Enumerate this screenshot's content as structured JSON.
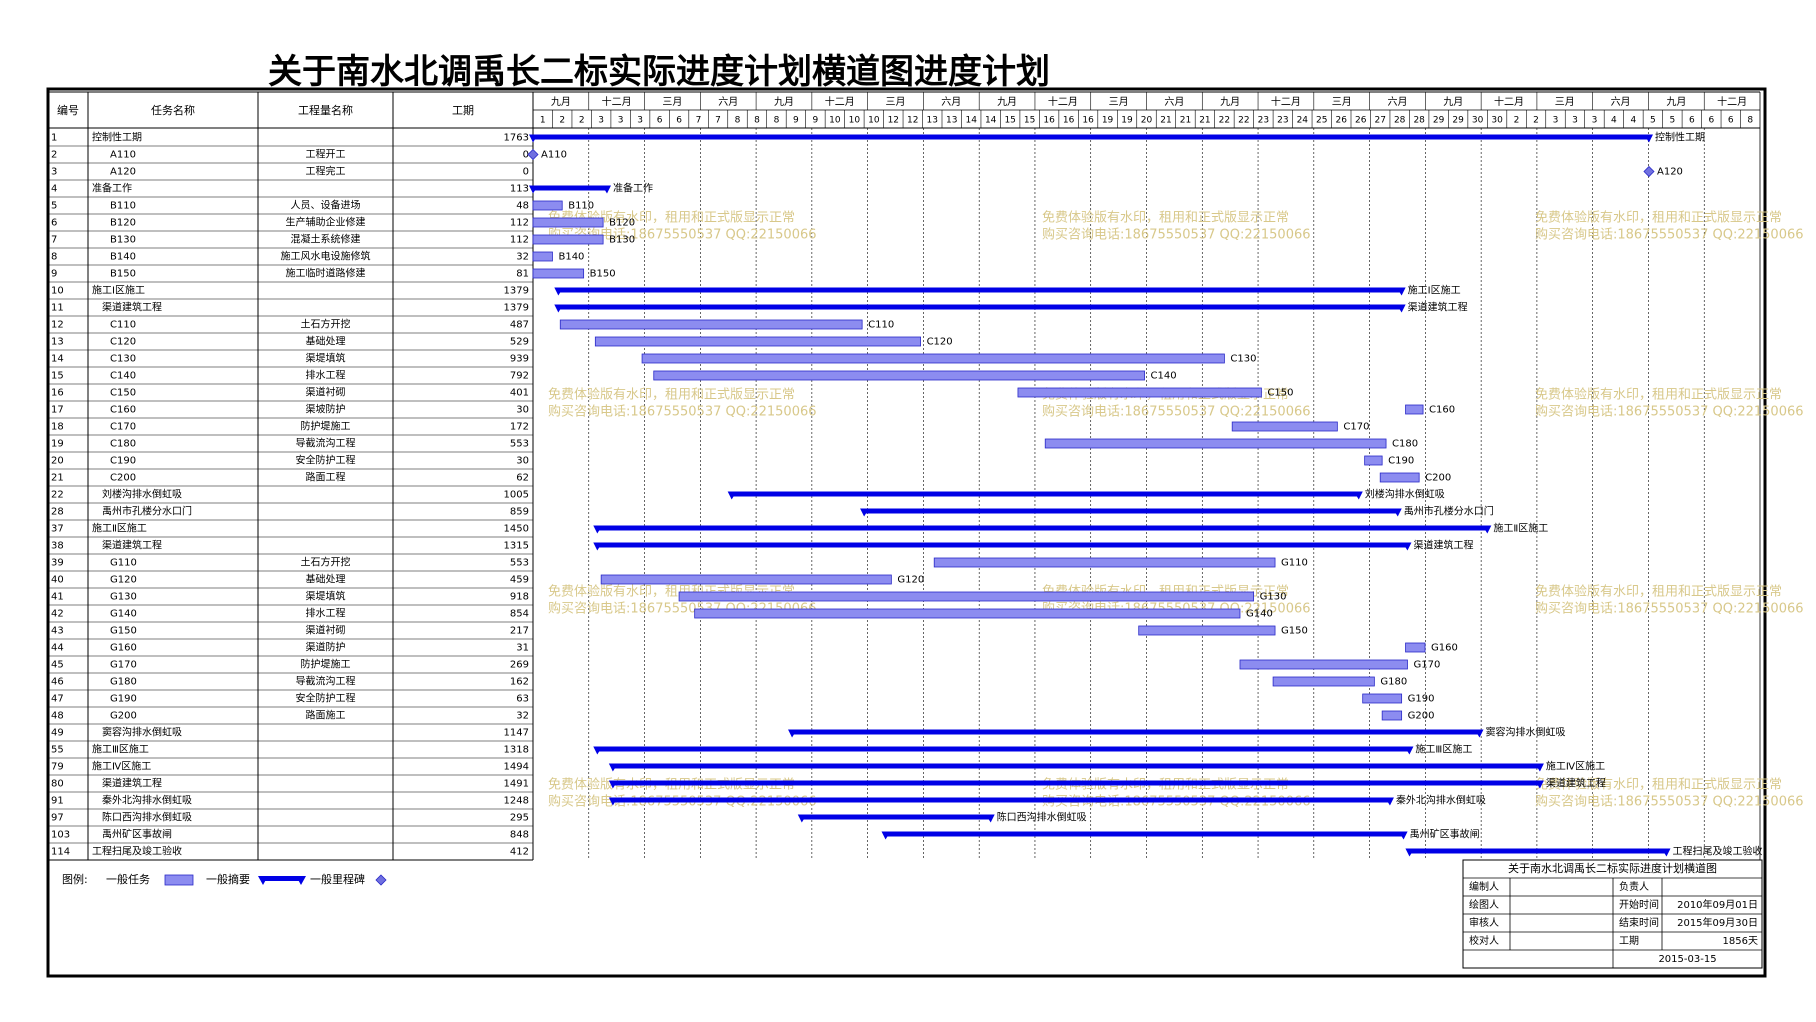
{
  "title": "关于南水北调禹长二标实际进度计划横道图进度计划",
  "colors": {
    "summary": "#0000e6",
    "task_fill": "#8c8cf0",
    "task_stroke": "#2a2ac8",
    "milestone": "#7070e0",
    "watermark": "#d8c88a",
    "grid": "#000000"
  },
  "headers": {
    "id": "编号",
    "name": "任务名称",
    "qty": "工程量名称",
    "dur": "工期"
  },
  "timeline": {
    "months": [
      "九月",
      "十二月",
      "三月",
      "六月",
      "九月",
      "十二月",
      "三月",
      "六月",
      "九月",
      "十二月",
      "三月",
      "六月",
      "九月",
      "十二月",
      "三月",
      "六月",
      "九月",
      "十二月",
      "三月",
      "六月",
      "九月",
      "十二月"
    ],
    "ticks": [
      "1",
      "2",
      "2",
      "3",
      "3",
      "3",
      "6",
      "6",
      "7",
      "7",
      "8",
      "8",
      "8",
      "9",
      "9",
      "10",
      "10",
      "10",
      "12",
      "12",
      "13",
      "13",
      "14",
      "14",
      "15",
      "15",
      "16",
      "16",
      "16",
      "19",
      "19",
      "20",
      "21",
      "21",
      "21",
      "22",
      "22",
      "23",
      "23",
      "24",
      "25",
      "26",
      "26",
      "27",
      "28",
      "28",
      "29",
      "29",
      "30",
      "30",
      "2",
      "2",
      "3",
      "3",
      "3",
      "4",
      "4",
      "5",
      "5",
      "6",
      "6",
      "6",
      "8"
    ]
  },
  "chart_data": {
    "type": "gantt",
    "title": "关于南水北调禹长二标实际进度计划横道图进度计划",
    "time_range": [
      "2010年09月01日",
      "2015年09月30日"
    ],
    "tasks": [
      {
        "id": "1",
        "name": "控制性工期",
        "qty": "",
        "dur": "1763",
        "kind": "summary",
        "start_col": 0.0,
        "end_col": 57.3,
        "label": "控制性工期"
      },
      {
        "id": "2",
        "name": "A110",
        "qty": "工程开工",
        "dur": "0",
        "kind": "milestone",
        "start_col": 0.0,
        "label": "A110"
      },
      {
        "id": "3",
        "name": "A120",
        "qty": "工程完工",
        "dur": "0",
        "kind": "milestone",
        "start_col": 57.3,
        "label": "A120"
      },
      {
        "id": "4",
        "name": "准备工作",
        "qty": "",
        "dur": "113",
        "kind": "summary",
        "start_col": 0.0,
        "end_col": 3.8,
        "label": "准备工作"
      },
      {
        "id": "5",
        "name": "B110",
        "qty": "人员、设备进场",
        "dur": "48",
        "kind": "task",
        "start_col": 0.0,
        "end_col": 1.5,
        "label": "B110"
      },
      {
        "id": "6",
        "name": "B120",
        "qty": "生产辅助企业修建",
        "dur": "112",
        "kind": "task",
        "start_col": 0.0,
        "end_col": 3.6,
        "label": "B120"
      },
      {
        "id": "7",
        "name": "B130",
        "qty": "混凝土系统修建",
        "dur": "112",
        "kind": "task",
        "start_col": 0.0,
        "end_col": 3.6,
        "label": "B130"
      },
      {
        "id": "8",
        "name": "B140",
        "qty": "施工风水电设施修筑",
        "dur": "32",
        "kind": "task",
        "start_col": 0.0,
        "end_col": 1.0,
        "label": "B140"
      },
      {
        "id": "9",
        "name": "B150",
        "qty": "施工临时道路修建",
        "dur": "81",
        "kind": "task",
        "start_col": 0.0,
        "end_col": 2.6,
        "label": "B150"
      },
      {
        "id": "10",
        "name": "施工Ⅰ区施工",
        "qty": "",
        "dur": "1379",
        "kind": "summary",
        "start_col": 1.3,
        "end_col": 44.6,
        "label": "施工Ⅰ区施工"
      },
      {
        "id": "11",
        "name": "渠道建筑工程",
        "qty": "",
        "dur": "1379",
        "kind": "summary",
        "start_col": 1.3,
        "end_col": 44.6,
        "label": "渠道建筑工程"
      },
      {
        "id": "12",
        "name": "C110",
        "qty": "土石方开挖",
        "dur": "487",
        "kind": "task",
        "start_col": 1.4,
        "end_col": 16.9,
        "label": "C110"
      },
      {
        "id": "13",
        "name": "C120",
        "qty": "基础处理",
        "dur": "529",
        "kind": "task",
        "start_col": 3.2,
        "end_col": 19.9,
        "label": "C120"
      },
      {
        "id": "14",
        "name": "C130",
        "qty": "渠堤填筑",
        "dur": "939",
        "kind": "task",
        "start_col": 5.6,
        "end_col": 35.5,
        "label": "C130"
      },
      {
        "id": "15",
        "name": "C140",
        "qty": "排水工程",
        "dur": "792",
        "kind": "task",
        "start_col": 6.2,
        "end_col": 31.4,
        "label": "C140"
      },
      {
        "id": "16",
        "name": "C150",
        "qty": "渠道衬砌",
        "dur": "401",
        "kind": "task",
        "start_col": 24.9,
        "end_col": 37.4,
        "label": "C150"
      },
      {
        "id": "17",
        "name": "C160",
        "qty": "渠坡防护",
        "dur": "30",
        "kind": "task",
        "start_col": 44.8,
        "end_col": 45.7,
        "label": "C160"
      },
      {
        "id": "18",
        "name": "C170",
        "qty": "防护堤施工",
        "dur": "172",
        "kind": "task",
        "start_col": 35.9,
        "end_col": 41.3,
        "label": "C170"
      },
      {
        "id": "19",
        "name": "C180",
        "qty": "导截流沟工程",
        "dur": "553",
        "kind": "task",
        "start_col": 26.3,
        "end_col": 43.8,
        "label": "C180"
      },
      {
        "id": "20",
        "name": "C190",
        "qty": "安全防护工程",
        "dur": "30",
        "kind": "task",
        "start_col": 42.7,
        "end_col": 43.6,
        "label": "C190"
      },
      {
        "id": "21",
        "name": "C200",
        "qty": "路面工程",
        "dur": "62",
        "kind": "task",
        "start_col": 43.5,
        "end_col": 45.5,
        "label": "C200"
      },
      {
        "id": "22",
        "name": "刘楼沟排水倒虹吸",
        "qty": "",
        "dur": "1005",
        "kind": "summary",
        "start_col": 10.2,
        "end_col": 42.4,
        "label": "刘楼沟排水倒虹吸"
      },
      {
        "id": "28",
        "name": "禹州市孔楼分水口门",
        "qty": "",
        "dur": "859",
        "kind": "summary",
        "start_col": 17.0,
        "end_col": 44.4,
        "label": "禹州市孔楼分水口门"
      },
      {
        "id": "37",
        "name": "施工Ⅱ区施工",
        "qty": "",
        "dur": "1450",
        "kind": "summary",
        "start_col": 3.3,
        "end_col": 49.0,
        "label": "施工Ⅱ区施工"
      },
      {
        "id": "38",
        "name": "渠道建筑工程",
        "qty": "",
        "dur": "1315",
        "kind": "summary",
        "start_col": 3.3,
        "end_col": 44.9,
        "label": "渠道建筑工程"
      },
      {
        "id": "39",
        "name": "G110",
        "qty": "土石方开挖",
        "dur": "553",
        "kind": "task",
        "start_col": 20.6,
        "end_col": 38.1,
        "label": "G110"
      },
      {
        "id": "40",
        "name": "G120",
        "qty": "基础处理",
        "dur": "459",
        "kind": "task",
        "start_col": 3.5,
        "end_col": 18.4,
        "label": "G120"
      },
      {
        "id": "41",
        "name": "G130",
        "qty": "渠堤填筑",
        "dur": "918",
        "kind": "task",
        "start_col": 7.5,
        "end_col": 37.0,
        "label": "G130"
      },
      {
        "id": "42",
        "name": "G140",
        "qty": "排水工程",
        "dur": "854",
        "kind": "task",
        "start_col": 8.3,
        "end_col": 36.3,
        "label": "G140"
      },
      {
        "id": "43",
        "name": "G150",
        "qty": "渠道衬砌",
        "dur": "217",
        "kind": "task",
        "start_col": 31.1,
        "end_col": 38.1,
        "label": "G150"
      },
      {
        "id": "44",
        "name": "G160",
        "qty": "渠道防护",
        "dur": "31",
        "kind": "task",
        "start_col": 44.8,
        "end_col": 45.8,
        "label": "G160"
      },
      {
        "id": "45",
        "name": "G170",
        "qty": "防护堤施工",
        "dur": "269",
        "kind": "task",
        "start_col": 36.3,
        "end_col": 44.9,
        "label": "G170"
      },
      {
        "id": "46",
        "name": "G180",
        "qty": "导截流沟工程",
        "dur": "162",
        "kind": "task",
        "start_col": 38.0,
        "end_col": 43.2,
        "label": "G180"
      },
      {
        "id": "47",
        "name": "G190",
        "qty": "安全防护工程",
        "dur": "63",
        "kind": "task",
        "start_col": 42.6,
        "end_col": 44.6,
        "label": "G190"
      },
      {
        "id": "48",
        "name": "G200",
        "qty": "路面施工",
        "dur": "32",
        "kind": "task",
        "start_col": 43.6,
        "end_col": 44.6,
        "label": "G200"
      },
      {
        "id": "49",
        "name": "窦容沟排水倒虹吸",
        "qty": "",
        "dur": "1147",
        "kind": "summary",
        "start_col": 13.3,
        "end_col": 48.6,
        "label": "窦容沟排水倒虹吸"
      },
      {
        "id": "55",
        "name": "施工Ⅲ区施工",
        "qty": "",
        "dur": "1318",
        "kind": "summary",
        "start_col": 3.3,
        "end_col": 45.0,
        "label": "施工Ⅲ区施工"
      },
      {
        "id": "79",
        "name": "施工Ⅳ区施工",
        "qty": "",
        "dur": "1494",
        "kind": "summary",
        "start_col": 4.1,
        "end_col": 51.7,
        "label": "施工Ⅳ区施工"
      },
      {
        "id": "80",
        "name": "渠道建筑工程",
        "qty": "",
        "dur": "1491",
        "kind": "summary",
        "start_col": 4.1,
        "end_col": 51.7,
        "label": "渠道建筑工程"
      },
      {
        "id": "91",
        "name": "秦外北沟排水倒虹吸",
        "qty": "",
        "dur": "1248",
        "kind": "summary",
        "start_col": 4.1,
        "end_col": 44.0,
        "label": "秦外北沟排水倒虹吸"
      },
      {
        "id": "97",
        "name": "陈口西沟排水倒虹吸",
        "qty": "",
        "dur": "295",
        "kind": "summary",
        "start_col": 13.8,
        "end_col": 23.5,
        "label": "陈口西沟排水倒虹吸"
      },
      {
        "id": "103",
        "name": "禹州矿区事故闸",
        "qty": "",
        "dur": "848",
        "kind": "summary",
        "start_col": 18.1,
        "end_col": 44.7,
        "label": "禹州矿区事故闸"
      },
      {
        "id": "114",
        "name": "工程扫尾及竣工验收",
        "qty": "",
        "dur": "412",
        "kind": "summary",
        "start_col": 45.0,
        "end_col": 58.2,
        "label": "工程扫尾及竣工验收"
      }
    ]
  },
  "legend": {
    "prefix": "图例:",
    "task": "一般任务",
    "summary": "一般摘要",
    "milestone": "一般里程碑"
  },
  "info_box": {
    "title": "关于南水北调禹长二标实际进度计划横道图",
    "rows": [
      {
        "l1": "编制人",
        "v1": "",
        "l2": "负责人",
        "v2": ""
      },
      {
        "l1": "绘图人",
        "v1": "",
        "l2": "开始时间",
        "v2": "2010年09月01日"
      },
      {
        "l1": "审核人",
        "v1": "",
        "l2": "结束时间",
        "v2": "2015年09月30日"
      },
      {
        "l1": "校对人",
        "v1": "",
        "l2": "工期",
        "v2": "1856天"
      }
    ],
    "date": "2015-03-15"
  },
  "watermark": {
    "line1": "免费体验版有水印，租用和正式版显示正常",
    "line2": "购买咨询电话:18675550537 QQ:22150066"
  }
}
